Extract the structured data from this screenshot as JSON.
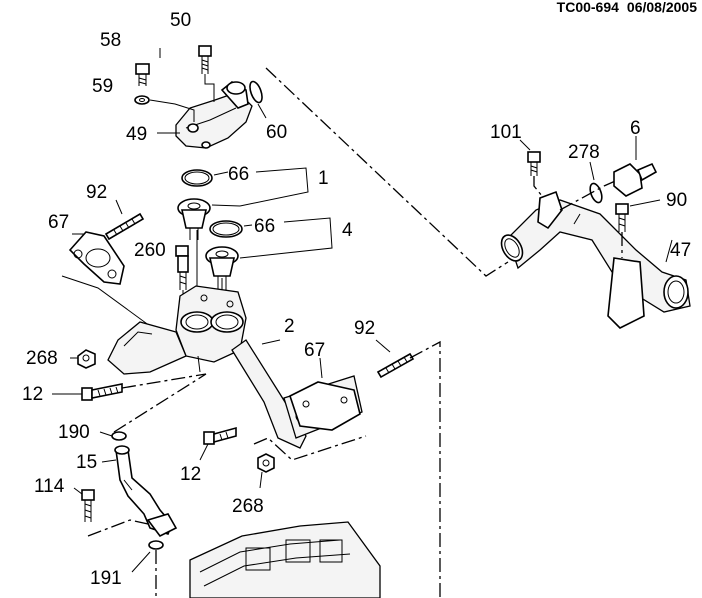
{
  "header": {
    "code": "TC00-694",
    "date": "06/08/2005"
  },
  "callouts": {
    "c58": "58",
    "c50": "50",
    "c59": "59",
    "c49": "49",
    "c60": "60",
    "c66a": "66",
    "c1": "1",
    "c66b": "66",
    "c4": "4",
    "c92a": "92",
    "c67a": "67",
    "c260": "260",
    "c101": "101",
    "c278": "278",
    "c6": "6",
    "c90": "90",
    "c47": "47",
    "c2": "2",
    "c92b": "92",
    "c67b": "67",
    "c268a": "268",
    "c12a": "12",
    "c190": "190",
    "c15": "15",
    "c12b": "12",
    "c114": "114",
    "c268b": "268",
    "c191": "191"
  }
}
